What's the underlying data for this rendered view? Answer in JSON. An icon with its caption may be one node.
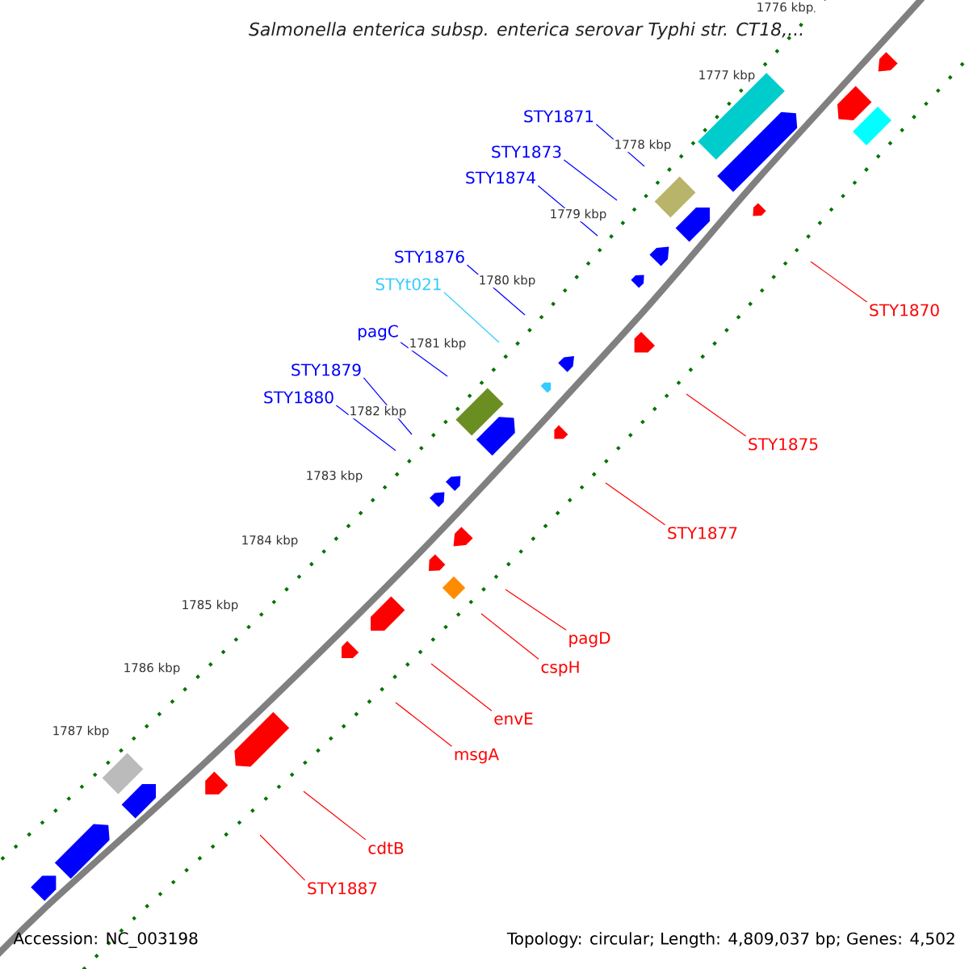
{
  "diagram": {
    "title": "*Salmonella enterica subsp. enterica serovar Typhi str. CT18,...*",
    "nodes": [
      {
        "text": [
          "STY1871"
        ]
      },
      {
        "text": [
          "STY1873"
        ]
      },
      {
        "text": [
          "STY1874"
        ]
      },
      {
        "text": [
          "STY1876"
        ]
      },
      {
        "text": [
          "STYt021"
        ]
      },
      {
        "text": [
          "pagC"
        ]
      },
      {
        "text": [
          "STY1879"
        ]
      },
      {
        "text": [
          "STY1880"
        ]
      },
      {
        "text": [
          "STY1870"
        ]
      },
      {
        "text": [
          "STY1875"
        ]
      },
      {
        "text": [
          "STY1877"
        ]
      },
      {
        "text": [
          "pagD"
        ]
      },
      {
        "text": [
          "cspH"
        ]
      },
      {
        "text": [
          "envE"
        ]
      },
      {
        "text": [
          "msgA"
        ]
      },
      {
        "text": [
          "cdtB"
        ]
      },
      {
        "text": [
          "STY1887"
        ]
      }
    ],
    "edges": [
      {
        "from": 0,
        "to": null,
        "arrow": "none",
        "color": "#0000ff"
      },
      {
        "from": 1,
        "to": null,
        "arrow": "none",
        "color": "#0000ff"
      },
      {
        "from": 2,
        "to": null,
        "arrow": "none",
        "color": "#0000ff"
      },
      {
        "from": 3,
        "to": null,
        "arrow": "none",
        "color": "#0000ff"
      },
      {
        "from": 4,
        "to": null,
        "arrow": "none",
        "color": "#33ccff"
      },
      {
        "from": 5,
        "to": null,
        "arrow": "none",
        "color": "#0000ff"
      },
      {
        "from": 6,
        "to": null,
        "arrow": "none",
        "color": "#0000ff"
      },
      {
        "from": 7,
        "to": null,
        "arrow": "none",
        "color": "#0000ff"
      },
      {
        "from": 8,
        "to": null,
        "arrow": "none"
      },
      {
        "from": 9,
        "to": null,
        "arrow": "none"
      },
      {
        "from": 10,
        "to": null,
        "arrow": "none"
      },
      {
        "from": 11,
        "to": null,
        "arrow": "none"
      },
      {
        "from": 12,
        "to": null,
        "arrow": "none"
      },
      {
        "from": 13,
        "to": null,
        "arrow": "none"
      },
      {
        "from": 14,
        "to": null,
        "arrow": "none"
      },
      {
        "from": 15,
        "to": null,
        "arrow": "none"
      },
      {
        "from": 16,
        "to": null,
        "arrow": "none"
      }
    ],
    "labels": [
      "1776 kbp",
      "1777 kbp",
      "1778 kbp",
      "1779 kbp",
      "1780 kbp",
      "1781 kbp",
      "1782 kbp",
      "1783 kbp",
      "1784 kbp",
      "1785 kbp",
      "1786 kbp",
      "1787 kbp",
      "Accession: NC_003198",
      "Topology: circular; Length: 4,809,037 bp; Genes: 4,502"
    ]
  }
}
